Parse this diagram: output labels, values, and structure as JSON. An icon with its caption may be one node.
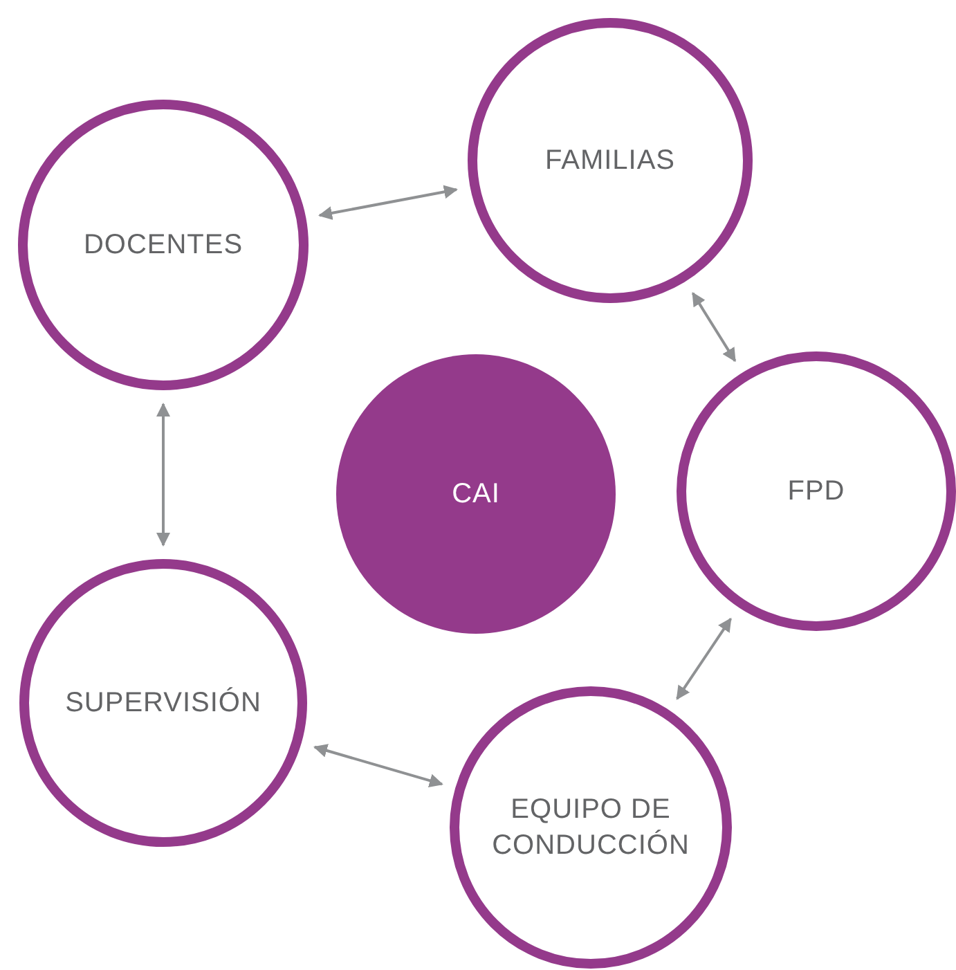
{
  "diagram": {
    "nodes": [
      {
        "text": [
          "FAMILIAS"
        ]
      },
      {
        "text": [
          "DOCENTES"
        ]
      },
      {
        "text": [
          "CAI"
        ]
      },
      {
        "text": [
          "FPD"
        ]
      },
      {
        "text": [
          "SUPERVISIÓN"
        ]
      },
      {
        "text": [
          "EQUIPO DE CONDUCCIÓN"
        ]
      }
    ],
    "edges": [
      {
        "from": 1,
        "to": 0,
        "arrow": "both"
      },
      {
        "from": 0,
        "to": 3,
        "arrow": "both"
      },
      {
        "from": 3,
        "to": 5,
        "arrow": "both"
      },
      {
        "from": 5,
        "to": 4,
        "arrow": "both"
      },
      {
        "from": 4,
        "to": 1,
        "arrow": "both"
      }
    ]
  }
}
